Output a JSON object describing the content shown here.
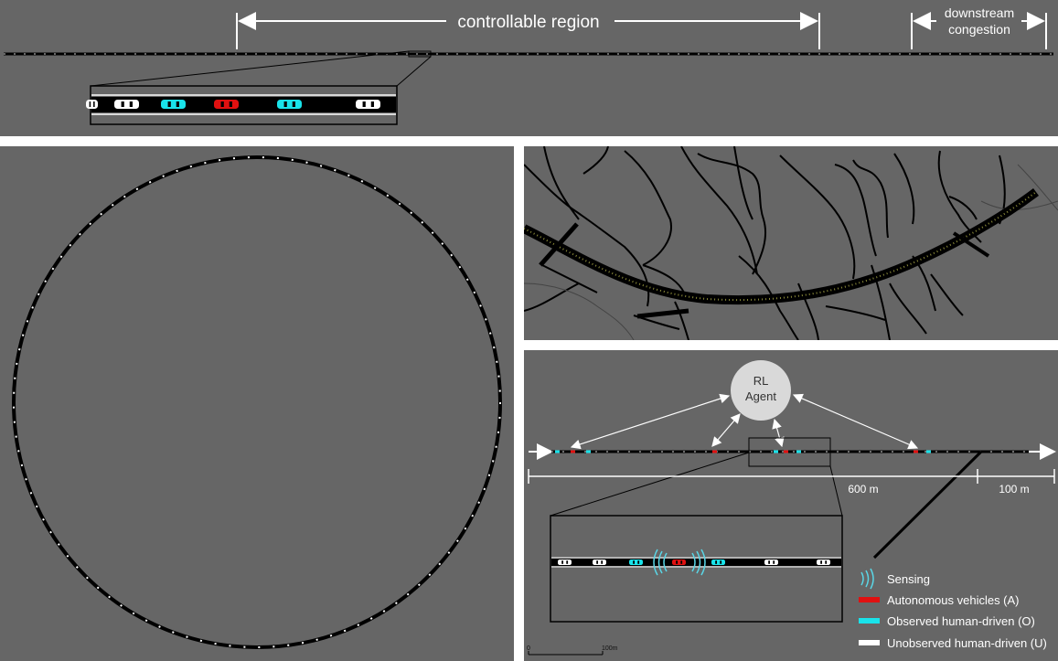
{
  "top_panel": {
    "controllable_label": "controllable region",
    "downstream_label_line1": "downstream",
    "downstream_label_line2": "congestion",
    "inset_cars": [
      "white",
      "white",
      "cyan",
      "red",
      "cyan",
      "white"
    ]
  },
  "ring_panel": {
    "description_visible": false
  },
  "map_panel": {},
  "rl_panel": {
    "agent_line1": "RL",
    "agent_line2": "Agent",
    "dist_main": "600 m",
    "dist_tail": "100 m",
    "scale_left": "0",
    "scale_right": "100m",
    "legend": [
      {
        "label": "Sensing",
        "icon": "sensing-icon",
        "color": "#5ad6e6"
      },
      {
        "label": "Autonomous vehicles (A)",
        "icon": "swatch",
        "color": "#e01010"
      },
      {
        "label": "Observed human-driven (O)",
        "icon": "swatch",
        "color": "#19e3ea"
      },
      {
        "label": "Unobserved human-driven (U)",
        "icon": "swatch",
        "color": "#ffffff"
      }
    ],
    "inset_cars": [
      "white",
      "white",
      "cyan",
      "red",
      "cyan",
      "white",
      "white"
    ]
  },
  "colors": {
    "background": "#666666",
    "road": "#000000",
    "autonomous": "#e01010",
    "observed": "#19e3ea",
    "unobserved": "#ffffff"
  }
}
